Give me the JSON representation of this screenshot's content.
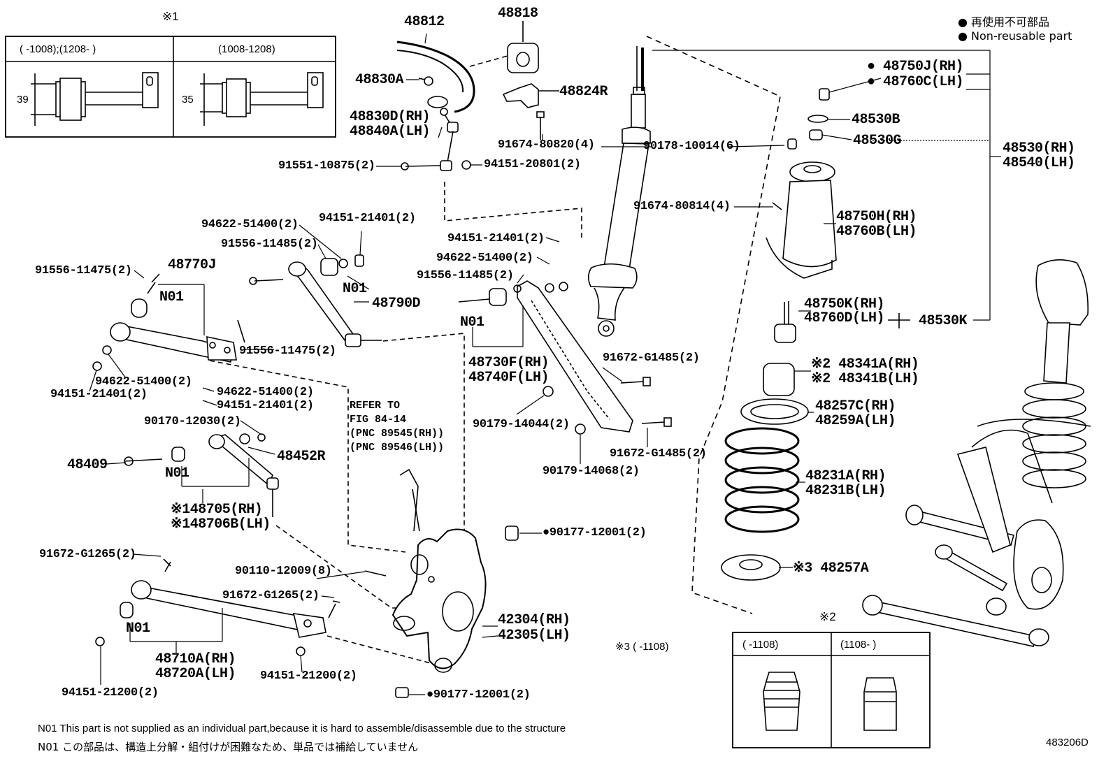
{
  "legend": {
    "jp": "● 再使用不可部品",
    "en": "● Non-reusable part"
  },
  "inset1": {
    "title": "※1",
    "col_left": "(      -1008);(1208-       )",
    "col_right": "(1008-1208)",
    "dim_left": "39",
    "dim_right": "35"
  },
  "inset2": {
    "title": "※2",
    "col_left": "(      -1108)",
    "col_right": "(1108-      )"
  },
  "note3": "※3 (      -1108)",
  "refer": {
    "line1": "REFER TO",
    "line2": "FIG 84-14",
    "line3": "(PNC 89545(RH))",
    "line4": "(PNC 89546(LH))"
  },
  "footnotes": {
    "en": "N01  This part is not supplied as an individual part,because it is hard to assemble/disassemble due to the structure",
    "jp": "N01  この部品は、構造上分解・組付けが困難なため、単品では補給していません"
  },
  "figure_id": "483206D",
  "labels": {
    "p48812": "48812",
    "p48818": "48818",
    "p48830A": "48830A",
    "p48824R": "48824R",
    "p48830D": "48830D(RH)",
    "p48840A": "48840A(LH)",
    "p91674_80820": "91674-80820(4)",
    "p91551": "91551-10875(2)",
    "p94151_20801": "94151-20801(2)",
    "p94622_a": "94622-51400(2)",
    "p94151_21401_a": "94151-21401(2)",
    "p91556_11485_a": "91556-11485(2)",
    "p91556_11475_a": "91556-11475(2)",
    "p48770J": "48770J",
    "n01_a": "N01",
    "n01_b": "N01",
    "p48790D": "48790D",
    "p91556_11475_b": "91556-11475(2)",
    "p94622_b": "94622-51400(2)",
    "p94151_21401_b": "94151-21401(2)",
    "p94622_c": "94622-51400(2)",
    "p94151_21401_c": "94151-21401(2)",
    "p94151_21401_d": "94151-21401(2)",
    "p94622_d": "94622-51400(2)",
    "p91556_11485_b": "91556-11485(2)",
    "n01_c": "N01",
    "p48730F": "48730F(RH)",
    "p48740F": "48740F(LH)",
    "p90179_14044": "90179-14044(2)",
    "p91672_G1485_a": "91672-G1485(2)",
    "p91672_G1485_b": "91672-G1485(2)",
    "p90179_14068": "90179-14068(2)",
    "p90170_12030": "90170-12030(2)",
    "p48452R": "48452R",
    "p48409": "48409",
    "n01_d": "N01",
    "p48705": "※148705(RH)",
    "p48706B": "※148706B(LH)",
    "p90177_a": "●90177-12001(2)",
    "p91672_G1265_a": "91672-G1265(2)",
    "p90110": "90110-12009(8)",
    "p91672_G1265_b": "91672-G1265(2)",
    "n01_e": "N01",
    "p48710A": "48710A(RH)",
    "p48720A": "48720A(LH)",
    "p94151_21200_a": "94151-21200(2)",
    "p94151_21200_b": "94151-21200(2)",
    "p42304": "42304(RH)",
    "p42305": "42305(LH)",
    "p90177_b": "●90177-12001(2)",
    "p48750J": "● 48750J(RH)",
    "p48760C": "● 48760C(LH)",
    "p48530B": "48530B",
    "p90178": "90178-10014(6)",
    "p48530G": "48530G",
    "p48530RH": "48530(RH)",
    "p48540LH": "48540(LH)",
    "p91674_80814": "91674-80814(4)",
    "p48750H": "48750H(RH)",
    "p48760B": "48760B(LH)",
    "p48750K": "48750K(RH)",
    "p48760D": "48760D(LH)",
    "p48530K": "48530K",
    "p48341A": "※2 48341A(RH)",
    "p48341B": "※2 48341B(LH)",
    "p48257C": "48257C(RH)",
    "p48259A": "48259A(LH)",
    "p48231A": "48231A(RH)",
    "p48231B": "48231B(LH)",
    "p48257A": "※3 48257A"
  }
}
